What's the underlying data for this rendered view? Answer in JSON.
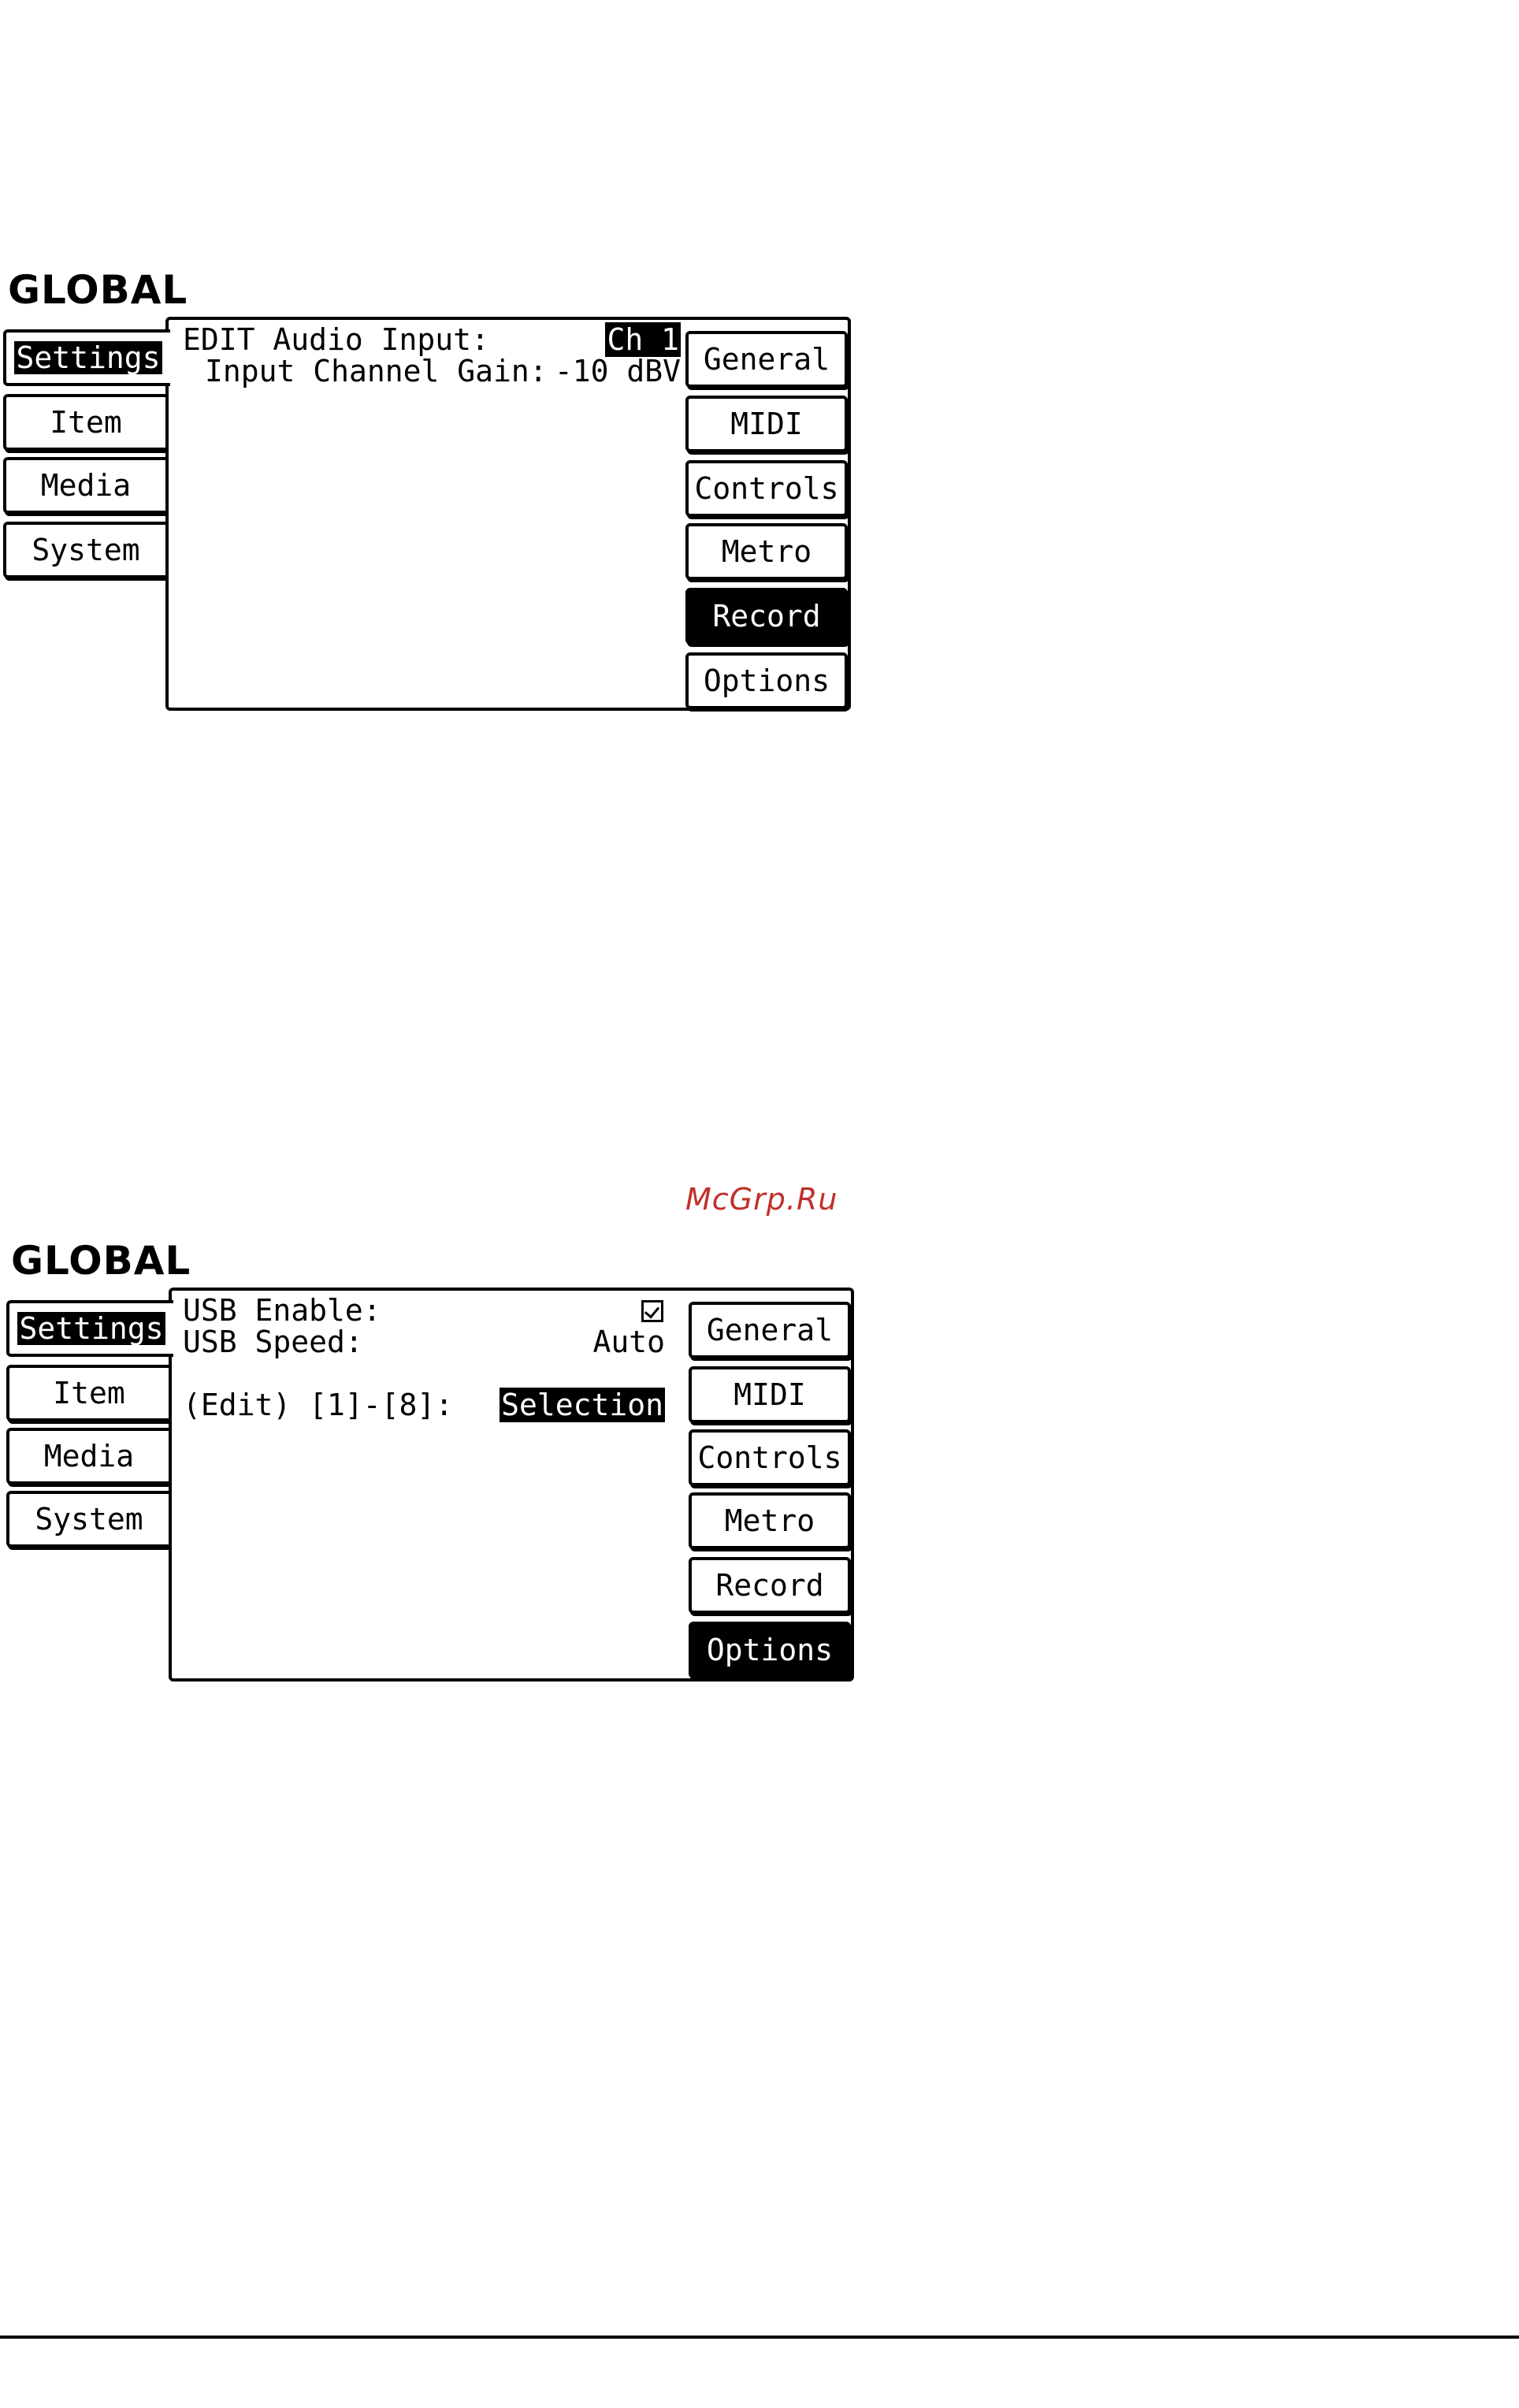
{
  "watermark": "McGrp.Ru",
  "screens": [
    {
      "title": "GLOBAL",
      "left_tabs": [
        "Settings",
        "Item",
        "Media",
        "System"
      ],
      "left_active": "Settings",
      "right_tabs": [
        "General",
        "MIDI",
        "Controls",
        "Metro",
        "Record",
        "Options"
      ],
      "right_active": "Record",
      "params": [
        {
          "label": "EDIT Audio Input:",
          "value": "Ch 1",
          "value_highlighted": true
        },
        {
          "label": "Input Channel Gain:",
          "value": "-10 dBV",
          "value_highlighted": false
        }
      ]
    },
    {
      "title": "GLOBAL",
      "left_tabs": [
        "Settings",
        "Item",
        "Media",
        "System"
      ],
      "left_active": "Settings",
      "right_tabs": [
        "General",
        "MIDI",
        "Controls",
        "Metro",
        "Record",
        "Options"
      ],
      "right_active": "Options",
      "params": [
        {
          "label": "USB Enable:",
          "value": "",
          "checkbox": true,
          "checked": true,
          "icon": "checkbox-checked-icon"
        },
        {
          "label": "USB Speed:",
          "value": "Auto",
          "value_highlighted": false
        },
        {
          "label": "(Edit) [1]-[8]:",
          "value": "Selection",
          "value_highlighted": true
        }
      ]
    }
  ]
}
